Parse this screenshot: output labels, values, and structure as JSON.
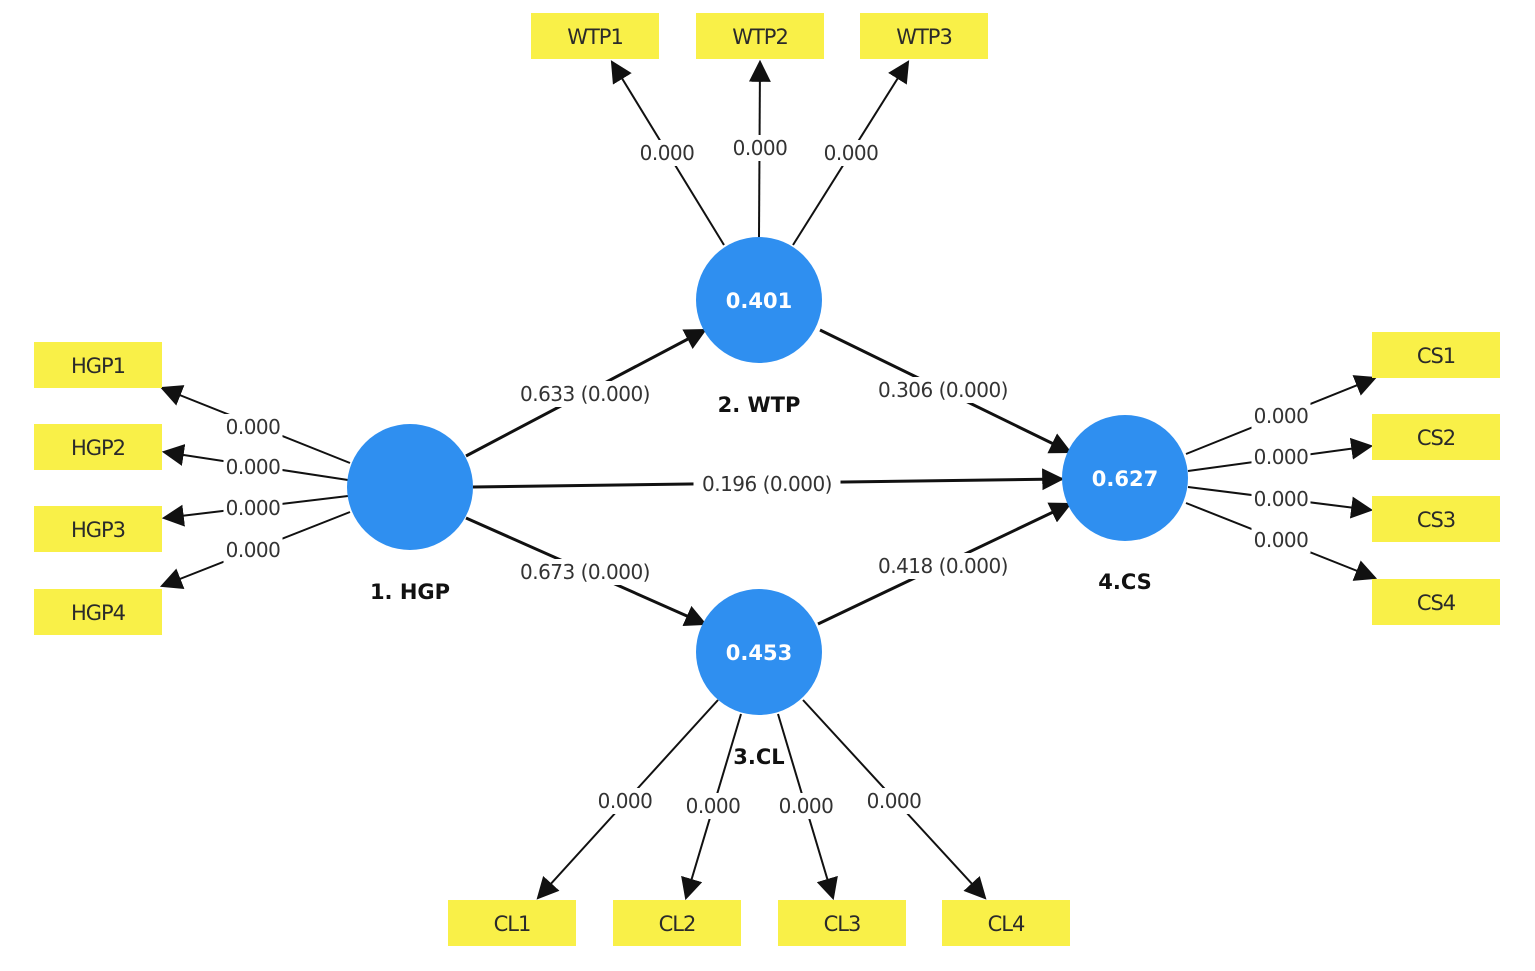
{
  "diagram": {
    "colors": {
      "construct": "#2f8ff0",
      "indicator": "#f9f048",
      "edge": "#111111"
    },
    "constructs": [
      {
        "id": "HGP",
        "label": "1. HGP",
        "value": ""
      },
      {
        "id": "WTP",
        "label": "2. WTP",
        "value": "0.401"
      },
      {
        "id": "CL",
        "label": "3.CL",
        "value": "0.453"
      },
      {
        "id": "CS",
        "label": "4.CS",
        "value": "0.627"
      }
    ],
    "indicators": [
      {
        "id": "WTP1",
        "label": "WTP1",
        "construct": "WTP",
        "loading_p": "0.000"
      },
      {
        "id": "WTP2",
        "label": "WTP2",
        "construct": "WTP",
        "loading_p": "0.000"
      },
      {
        "id": "WTP3",
        "label": "WTP3",
        "construct": "WTP",
        "loading_p": "0.000"
      },
      {
        "id": "HGP1",
        "label": "HGP1",
        "construct": "HGP",
        "loading_p": "0.000"
      },
      {
        "id": "HGP2",
        "label": "HGP2",
        "construct": "HGP",
        "loading_p": "0.000"
      },
      {
        "id": "HGP3",
        "label": "HGP3",
        "construct": "HGP",
        "loading_p": "0.000"
      },
      {
        "id": "HGP4",
        "label": "HGP4",
        "construct": "HGP",
        "loading_p": "0.000"
      },
      {
        "id": "CS1",
        "label": "CS1",
        "construct": "CS",
        "loading_p": "0.000"
      },
      {
        "id": "CS2",
        "label": "CS2",
        "construct": "CS",
        "loading_p": "0.000"
      },
      {
        "id": "CS3",
        "label": "CS3",
        "construct": "CS",
        "loading_p": "0.000"
      },
      {
        "id": "CS4",
        "label": "CS4",
        "construct": "CS",
        "loading_p": "0.000"
      },
      {
        "id": "CL1",
        "label": "CL1",
        "construct": "CL",
        "loading_p": "0.000"
      },
      {
        "id": "CL2",
        "label": "CL2",
        "construct": "CL",
        "loading_p": "0.000"
      },
      {
        "id": "CL3",
        "label": "CL3",
        "construct": "CL",
        "loading_p": "0.000"
      },
      {
        "id": "CL4",
        "label": "CL4",
        "construct": "CL",
        "loading_p": "0.000"
      }
    ],
    "paths": [
      {
        "from": "HGP",
        "to": "WTP",
        "label": "0.633 (0.000)"
      },
      {
        "from": "WTP",
        "to": "CS",
        "label": "0.306 (0.000)"
      },
      {
        "from": "HGP",
        "to": "CS",
        "label": "0.196 (0.000)"
      },
      {
        "from": "HGP",
        "to": "CL",
        "label": "0.673 (0.000)"
      },
      {
        "from": "CL",
        "to": "CS",
        "label": "0.418 (0.000)"
      }
    ]
  }
}
